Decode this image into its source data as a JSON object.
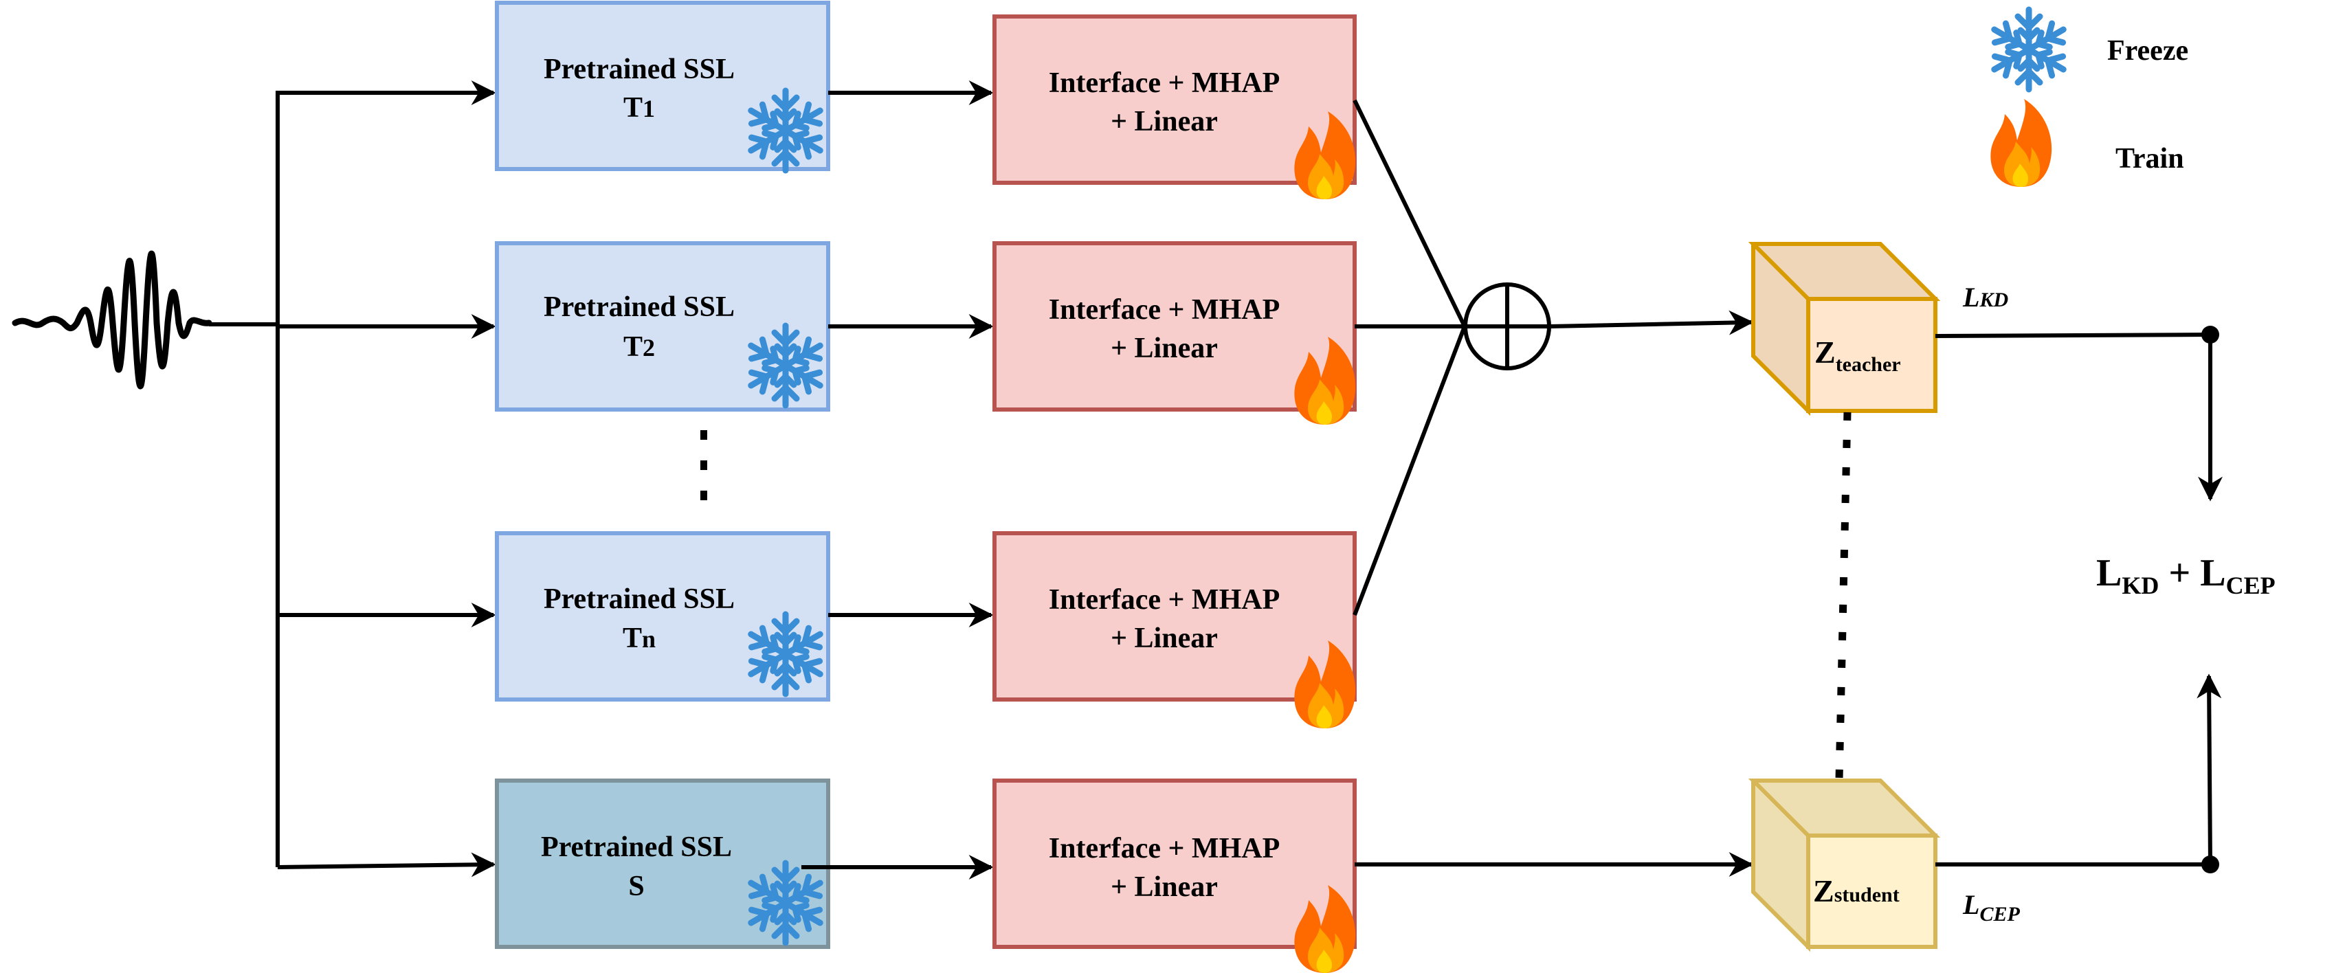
{
  "legend": {
    "freeze_label": "Freeze",
    "train_label": "Train",
    "freeze_icon": "snowflake-icon",
    "train_icon": "flame-icon"
  },
  "teachers": [
    {
      "title": "Pretrained SSL",
      "letter": "T",
      "sub": "1"
    },
    {
      "title": "Pretrained SSL",
      "letter": "T",
      "sub": "2"
    },
    {
      "title": "Pretrained SSL",
      "letter": "T",
      "sub": "n"
    }
  ],
  "student": {
    "title": "Pretrained SSL",
    "letter": "S"
  },
  "head": {
    "line1": "Interface + MHAP",
    "line2": "+ Linear"
  },
  "z_teacher": {
    "base": "Z",
    "sub": "teacher"
  },
  "z_student": {
    "base": "Z",
    "sub": "student"
  },
  "loss_kd": {
    "base": "L",
    "sub": "KD"
  },
  "loss_cep": {
    "base": "L",
    "sub": "CEP"
  },
  "total_loss": {
    "a": "L",
    "a_sub": "KD",
    "plus": " + ",
    "b": "L",
    "b_sub": "CEP"
  },
  "colors": {
    "teacher_fill": "#d4e1f5",
    "teacher_stroke": "#7ea6e0",
    "student_fill": "#a6cadc",
    "student_stroke": "#7e929b",
    "head_fill": "#f8cecc",
    "head_stroke": "#b85450",
    "cube_teacher_front": "#ffe6cc",
    "cube_teacher_side": "#f0d6b8",
    "cube_teacher_stroke": "#d79b00",
    "cube_student_front": "#fff2cc",
    "cube_student_side": "#eedfb3",
    "cube_student_stroke": "#d6b656",
    "snowflake": "#3a8ed6",
    "flame_outer": "#ff6a00",
    "flame_inner": "#ffd200"
  }
}
